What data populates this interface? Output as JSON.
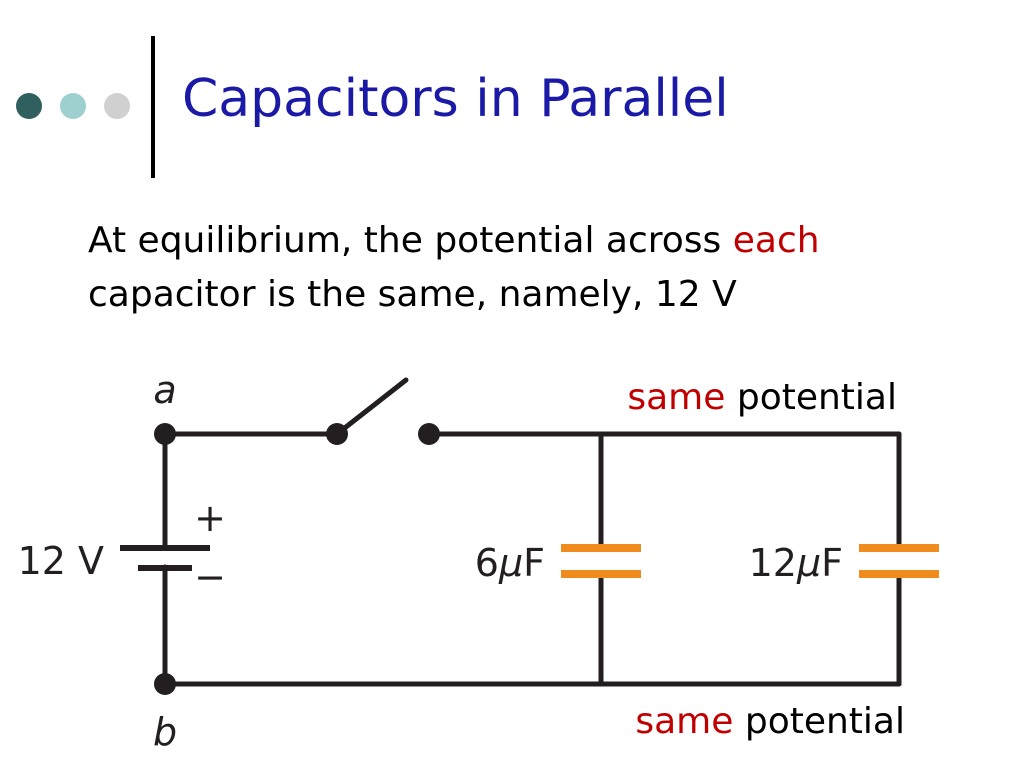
{
  "slide": {
    "title": "Capacitors in Parallel",
    "body_line1_before": "At equilibrium, the potential across ",
    "body_line1_highlight": "each",
    "body_line2": "capacitor is the same, namely, 12 V"
  },
  "circuit": {
    "node_a": "a",
    "node_b": "b",
    "battery_label": "12 V",
    "battery_plus": "+",
    "battery_minus": "−",
    "capacitor_1": {
      "value": "6",
      "unit_prefix": "μ",
      "unit": "F"
    },
    "capacitor_2": {
      "value": "12",
      "unit_prefix": "μ",
      "unit": "F"
    },
    "top_annotation": {
      "highlight": "same",
      "text": " potential"
    },
    "bottom_annotation": {
      "highlight": "same",
      "text": " potential"
    }
  },
  "colors": {
    "title": "#1a1aa6",
    "highlight": "#c00000",
    "capacitor": "#f08c1e",
    "wire": "#231f20",
    "dot_1": "#2f5f5f",
    "dot_2": "#9fd0d0",
    "dot_3": "#d0d0d0"
  }
}
